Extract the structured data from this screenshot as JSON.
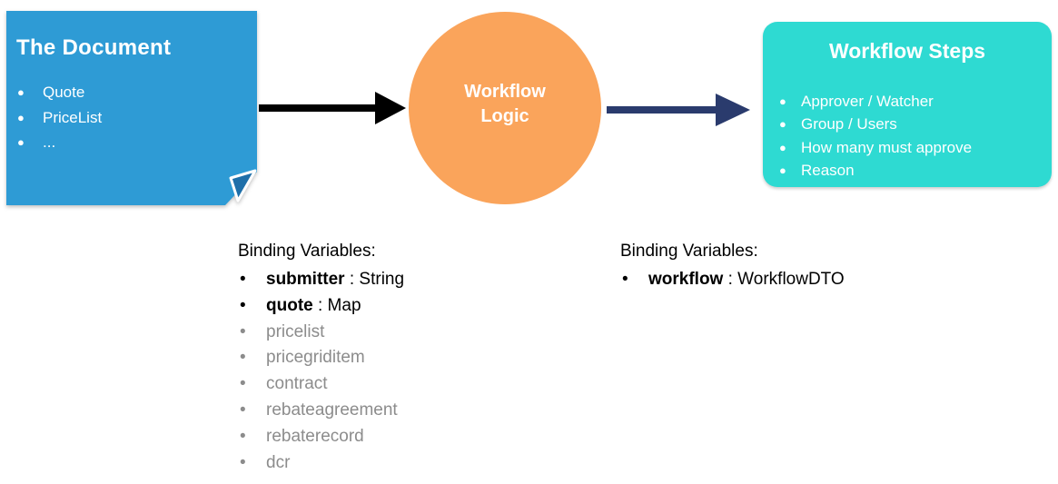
{
  "diagram": {
    "document_box": {
      "title": "The Document",
      "items": [
        "Quote",
        "PriceList",
        "..."
      ],
      "bg_color": "#2E9BD5",
      "fold_color": "#1E6FA9",
      "text_color": "#FFFFFF"
    },
    "logic_circle": {
      "title": "Workflow Logic",
      "bg_color": "#FAA45B",
      "text_color": "#FFFFFF"
    },
    "steps_box": {
      "title": "Workflow Steps",
      "items": [
        "Approver / Watcher",
        "Group / Users",
        "How many must approve",
        "Reason"
      ],
      "bg_color": "#2EDAD2",
      "text_color": "#FFFFFF"
    },
    "arrows": {
      "document_to_logic_color": "#000000",
      "logic_to_steps_color": "#2A3B6D"
    }
  },
  "left_bindings": {
    "heading": "Binding Variables:",
    "items": [
      {
        "name": "submitter",
        "type": " : String",
        "emphasis": "bold"
      },
      {
        "name": "quote",
        "type": " : Map",
        "emphasis": "bold"
      },
      {
        "name": "pricelist",
        "type": "",
        "emphasis": "muted"
      },
      {
        "name": "pricegriditem",
        "type": "",
        "emphasis": "muted"
      },
      {
        "name": "contract",
        "type": "",
        "emphasis": "muted"
      },
      {
        "name": "rebateagreement",
        "type": "",
        "emphasis": "muted"
      },
      {
        "name": "rebaterecord",
        "type": "",
        "emphasis": "muted"
      },
      {
        "name": "dcr",
        "type": "",
        "emphasis": "muted"
      }
    ],
    "muted_color": "#8C8C8C"
  },
  "right_bindings": {
    "heading": "Binding Variables:",
    "items": [
      {
        "name": "workflow",
        "type": " : WorkflowDTO",
        "emphasis": "bold"
      }
    ]
  }
}
